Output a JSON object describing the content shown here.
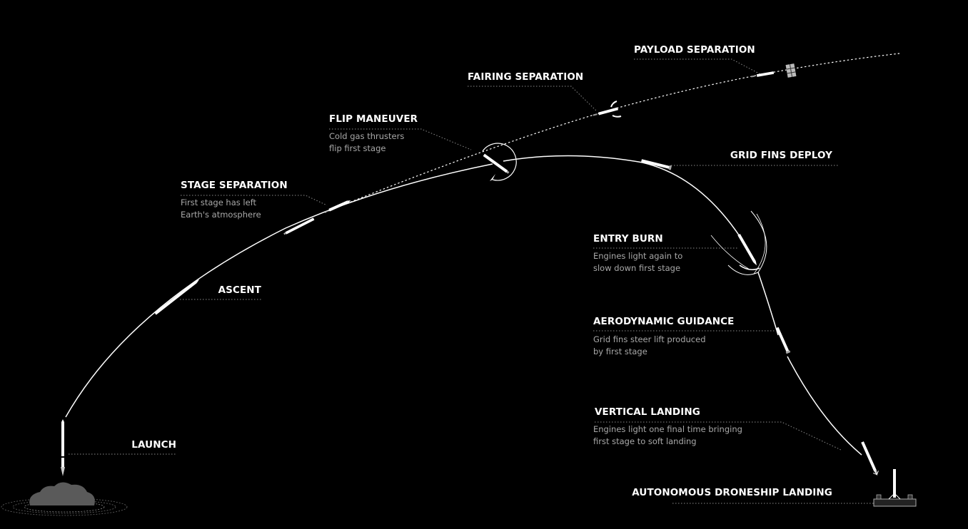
{
  "stages": {
    "launch": {
      "title": "LAUNCH"
    },
    "ascent": {
      "title": "ASCENT"
    },
    "stage_separation": {
      "title": "STAGE SEPARATION",
      "desc": [
        "First stage has left",
        "Earth's atmosphere"
      ]
    },
    "flip_maneuver": {
      "title": "FLIP MANEUVER",
      "desc": [
        "Cold gas thrusters",
        "flip first stage"
      ]
    },
    "fairing_separation": {
      "title": "FAIRING SEPARATION"
    },
    "payload_separation": {
      "title": "PAYLOAD SEPARATION"
    },
    "grid_fins_deploy": {
      "title": "GRID FINS DEPLOY"
    },
    "entry_burn": {
      "title": "ENTRY BURN",
      "desc": [
        "Engines light again to",
        "slow down first stage"
      ]
    },
    "aerodynamic_guidance": {
      "title": "AERODYNAMIC GUIDANCE",
      "desc": [
        "Grid fins steer lift produced",
        "by first stage"
      ]
    },
    "vertical_landing": {
      "title": "VERTICAL LANDING",
      "desc": [
        "Engines light one final time bringing",
        "first stage to soft landing"
      ]
    },
    "droneship_landing": {
      "title": "AUTONOMOUS DRONESHIP LANDING"
    }
  },
  "colors": {
    "background": "#000000",
    "line": "#ffffff",
    "leader": "#8a8a8a",
    "desc_text": "#a8a8a8"
  }
}
